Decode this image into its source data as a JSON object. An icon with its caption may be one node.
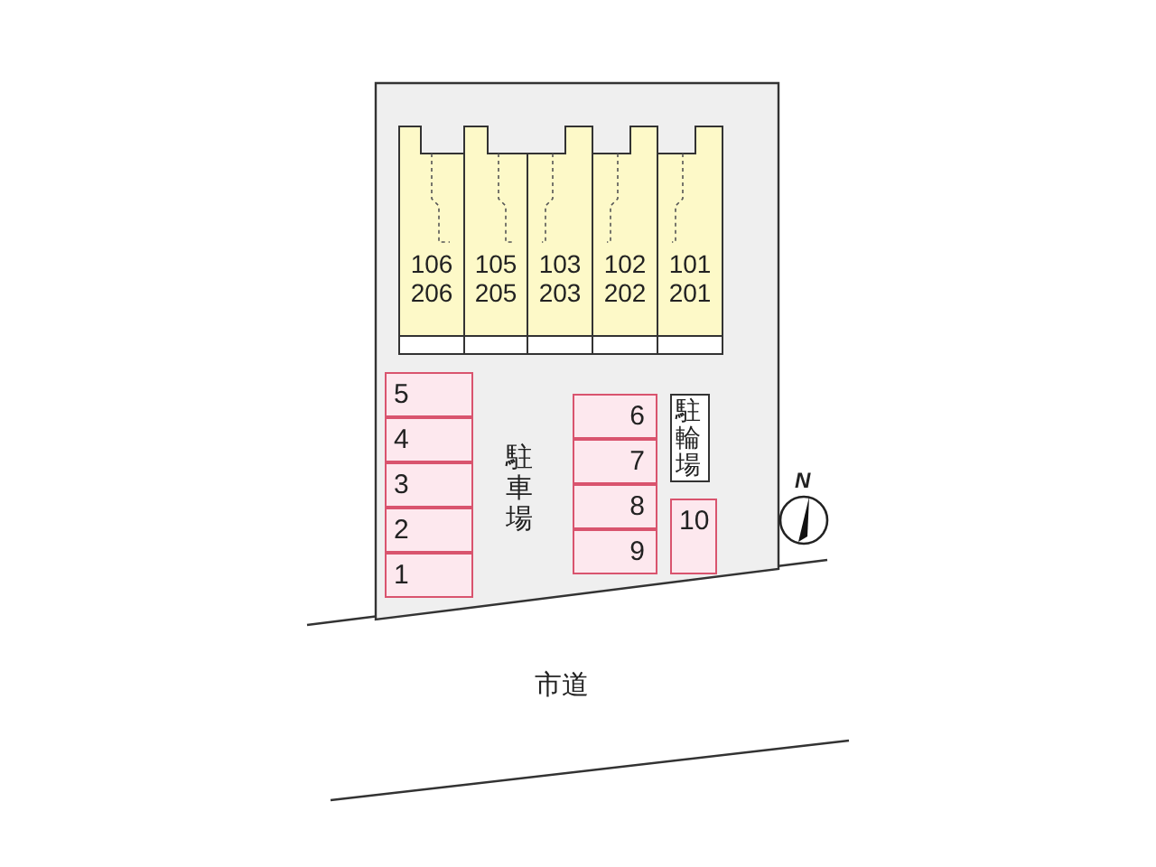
{
  "diagram": {
    "nodes": [
      {
        "text": [],
        "shape": "box"
      },
      {
        "text": [
          "106 206"
        ],
        "in": 0
      },
      {
        "text": [
          "105 205"
        ],
        "in": 0
      },
      {
        "text": [
          "103 203"
        ],
        "in": 0
      },
      {
        "text": [
          "102 202"
        ],
        "in": 0
      },
      {
        "text": [
          "101 201"
        ],
        "in": 0
      },
      {
        "text": [
          "5"
        ],
        "in": 0
      },
      {
        "text": [
          "4"
        ],
        "in": 0
      },
      {
        "text": [
          "3"
        ],
        "in": 0
      },
      {
        "text": [
          "2"
        ],
        "in": 0
      },
      {
        "text": [
          "1"
        ],
        "in": 0
      },
      {
        "text": [
          "6"
        ],
        "in": 0
      },
      {
        "text": [
          "7"
        ],
        "in": 0
      },
      {
        "text": [
          "8"
        ],
        "in": 0
      },
      {
        "text": [
          "9"
        ],
        "in": 0
      },
      {
        "text": [
          "駐輪場"
        ],
        "in": 0
      },
      {
        "text": [
          "10"
        ],
        "in": 0
      }
    ],
    "edges": [],
    "labels": [
      "駐車場",
      "N",
      "市道"
    ]
  }
}
